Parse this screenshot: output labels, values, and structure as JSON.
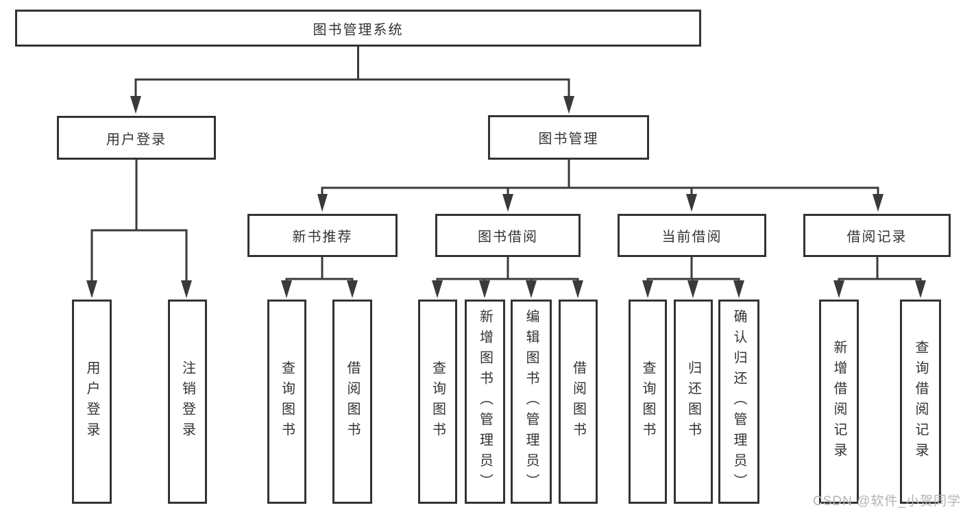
{
  "colors": {
    "line": "#3a3a3a",
    "box_border": "#333333",
    "text": "#333333",
    "watermark_text": "#b4b4b4",
    "background": "#ffffff"
  },
  "tree": {
    "root": "图书管理系统",
    "children": [
      {
        "label": "用户登录",
        "children": [
          "用户登录",
          "注销登录"
        ]
      },
      {
        "label": "图书管理",
        "children": [
          {
            "label": "新书推荐",
            "children": [
              "查询图书",
              "借阅图书"
            ]
          },
          {
            "label": "图书借阅",
            "children": [
              "查询图书",
              "新增图书（管理员）",
              "编辑图书（管理员）",
              "借阅图书"
            ]
          },
          {
            "label": "当前借阅",
            "children": [
              "查询图书",
              "归还图书",
              "确认归还（管理员）"
            ]
          },
          {
            "label": "借阅记录",
            "children": [
              "新增借阅记录",
              "查询借阅记录"
            ]
          }
        ]
      }
    ]
  },
  "watermark": "CSDN @软件_小贺同学"
}
